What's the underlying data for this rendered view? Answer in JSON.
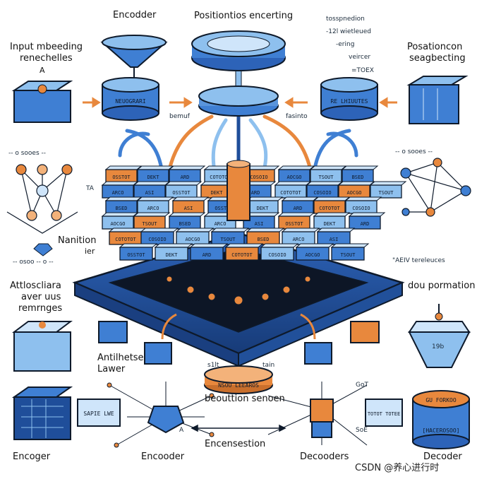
{
  "labels": {
    "encoder_top": "Encodder",
    "positional_encoding": "Positiontios encerting",
    "input_embedding_line1": "Input mbeeding",
    "input_embedding_line2": "renechelles",
    "input_marker": "A",
    "position_right_line1": "Posationcon",
    "position_right_line2": "seagbecting",
    "top_right_1": "tosspnedion",
    "top_right_2": "-12l wietleued",
    "top_right_3": "-ering",
    "top_right_4": "veircer",
    "top_right_5": "=TOEX",
    "nanition_line1": "Nanition",
    "nanition_line2": "ier",
    "left_ticks": "-- o sooes --",
    "right_ticks": "-- o sooes --",
    "right_lower_ticks": "\"AEIV tereleuces",
    "left_lower_ticks": "-- osoo -- o --",
    "attention_line1": "Attloscliara",
    "attention_line2": "aver uus",
    "attention_line3": "remrnges",
    "dou_pormation": "dou pormation",
    "antithese_line1": "Antilhetse",
    "antithese_line2": "Lawer",
    "small_a": "A",
    "bedlion_sensen": "beouttion senoen",
    "encensestion": "Encensestion",
    "encoger": "Encoger",
    "encooder_bottom": "Encooder",
    "decooders": "Decooders",
    "decoder": "Decoder",
    "watermark": "CSDN @养心进行时",
    "top_disc_text": "NEUOGRARI",
    "right_drum_text": "RE LHIUUTES",
    "bottom_center_banner": "NSOU LEEAROS",
    "bottom_right_box_top": "GU FORKOO",
    "bottom_right_box_bottom": "[HACEROSOO]",
    "left_panel_text": "SAPIE LWE",
    "right_panel_text": "TOTOT TOTEE",
    "mini_1": "bemuf",
    "mini_2": "fasinto",
    "mini_3": "s1lt",
    "mini_4": "tain",
    "mini_5": "GoT",
    "mini_6": "SoE",
    "mini_7": "19b",
    "mini_8": "TA",
    "mini_9": "A"
  },
  "block_labels": [
    "OSSTOT",
    "DEKT",
    "ARD",
    "COTOTOT",
    "COSOIO",
    "AOCGO",
    "TSOUT",
    "BSED",
    "ARCO",
    "ASI"
  ],
  "colors": {
    "blue_dark": "#1f4e9a",
    "blue_mid": "#3f7fd3",
    "blue_light": "#8ec0ee",
    "blue_pale": "#cfe5fa",
    "orange": "#e8883d",
    "orange_light": "#f3b27a",
    "outline": "#0e1a2b"
  },
  "icons": [
    "cube-icon",
    "drum-icon",
    "funnel-icon",
    "network-icon",
    "gear-icon",
    "cylinder-icon"
  ]
}
